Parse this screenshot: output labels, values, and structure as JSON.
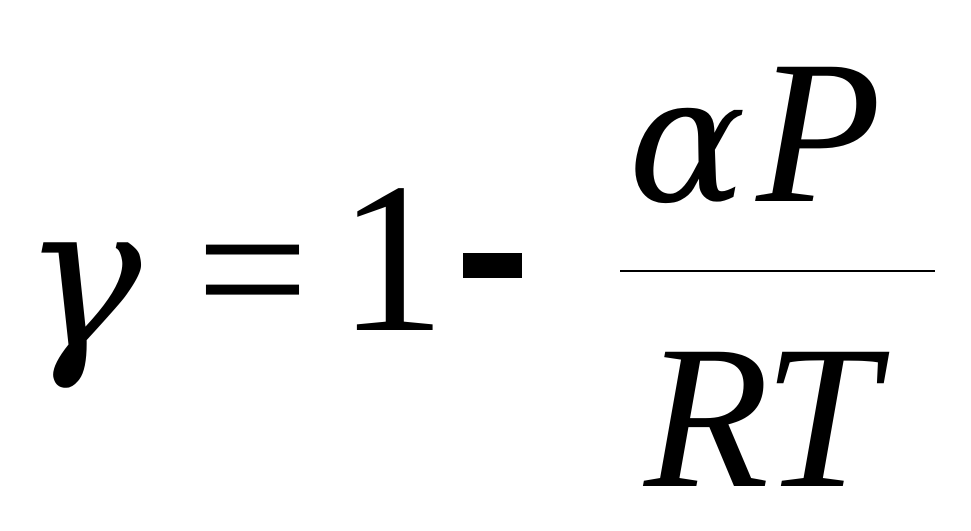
{
  "formula": {
    "lhs": "γ",
    "equals": "=",
    "one": "1",
    "minus": "-",
    "numerator": {
      "alpha": "α",
      "pressure": "P"
    },
    "denominator": "RT"
  }
}
